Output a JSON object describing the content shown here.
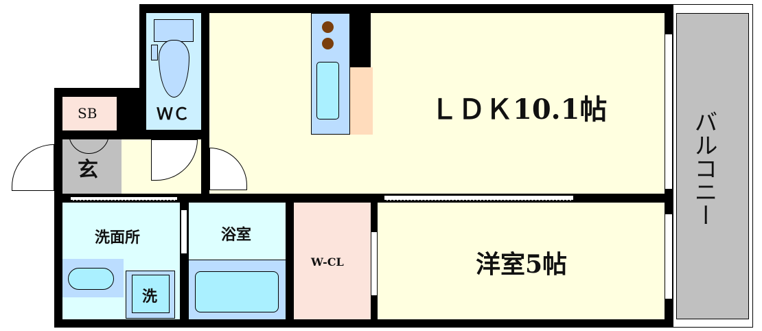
{
  "rooms": {
    "ldk": "ＬＤＫ10.1帖",
    "western_room": "洋室5帖",
    "wc": "ＷＣ",
    "sb": "SB",
    "entrance": "玄",
    "washroom": "洗面所",
    "bathroom": "浴室",
    "wcl": "W-CL",
    "washer": "洗",
    "balcony": "バルコニー"
  },
  "colors": {
    "wall": "#000000",
    "living": "#ffffe0",
    "wet": "#ddffff",
    "fixture": "#bbddff",
    "storage": "#fce4dc",
    "entrance": "#c0c0c0"
  }
}
